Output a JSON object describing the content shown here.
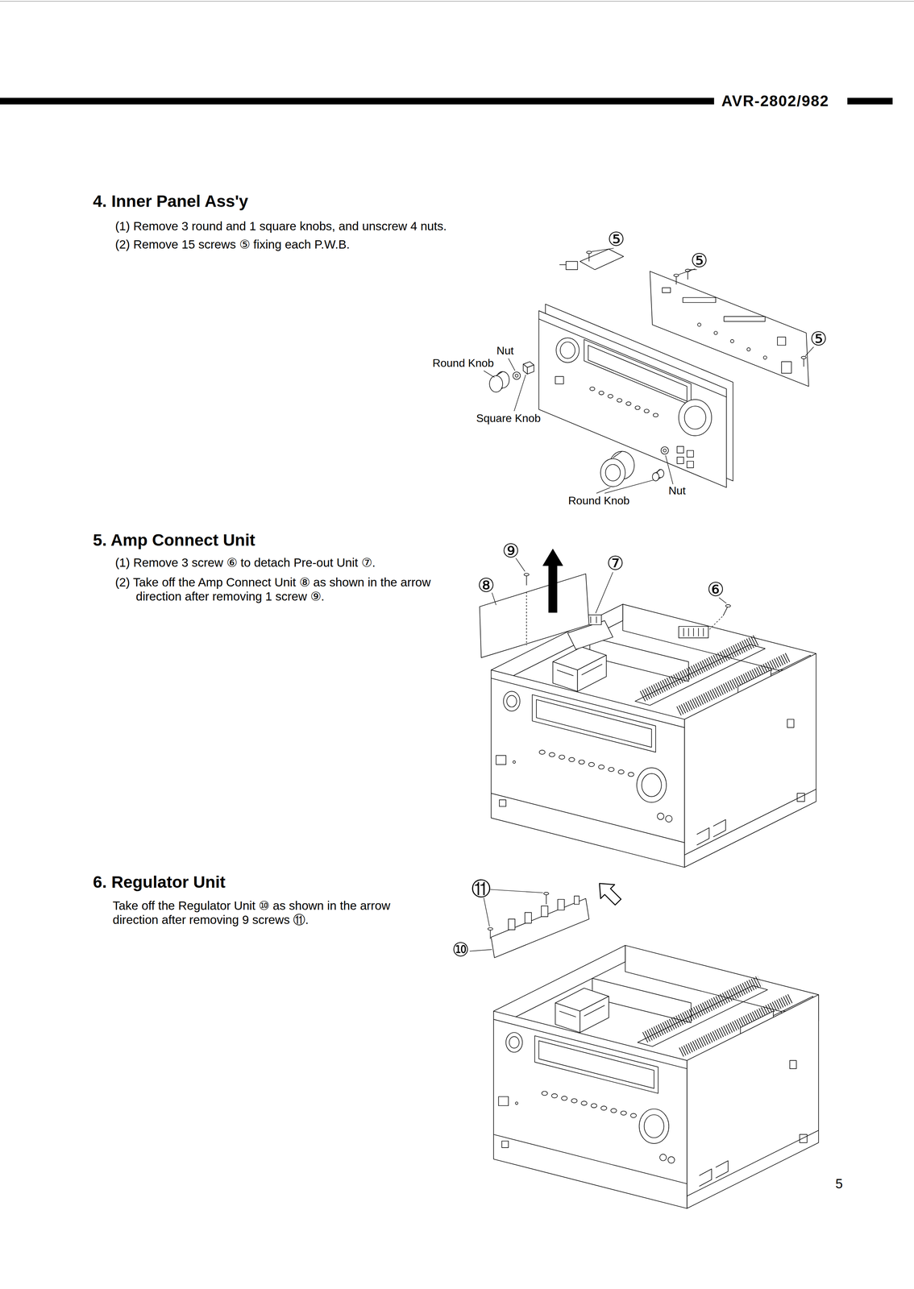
{
  "diagram": {
    "labels": [
      "AVR-2802/982",
      "4. Inner Panel Ass'y",
      "(1) Remove 3 round and 1 square knobs, and unscrew 4 nuts.",
      "(2) Remove 15 screws ⑤ fixing each P.W.B.",
      "⑤",
      "⑤",
      "⑤",
      "Nut",
      "Round Knob",
      "Square Knob",
      "Round Knob",
      "Nut",
      "5. Amp Connect Unit",
      "(1) Remove 3 screw ⑥ to detach Pre-out Unit ⑦.",
      "(2) Take off the Amp Connect Unit ⑧ as shown in the arrow direction after removing 1 screw ⑨.",
      "⑨",
      "⑦",
      "⑧",
      "⑥",
      "6. Regulator Unit",
      "Take off the Regulator Unit ⑩ as shown in the arrow direction after removing 9 screws ⑪.",
      "⑪",
      "⑩",
      "5"
    ]
  }
}
